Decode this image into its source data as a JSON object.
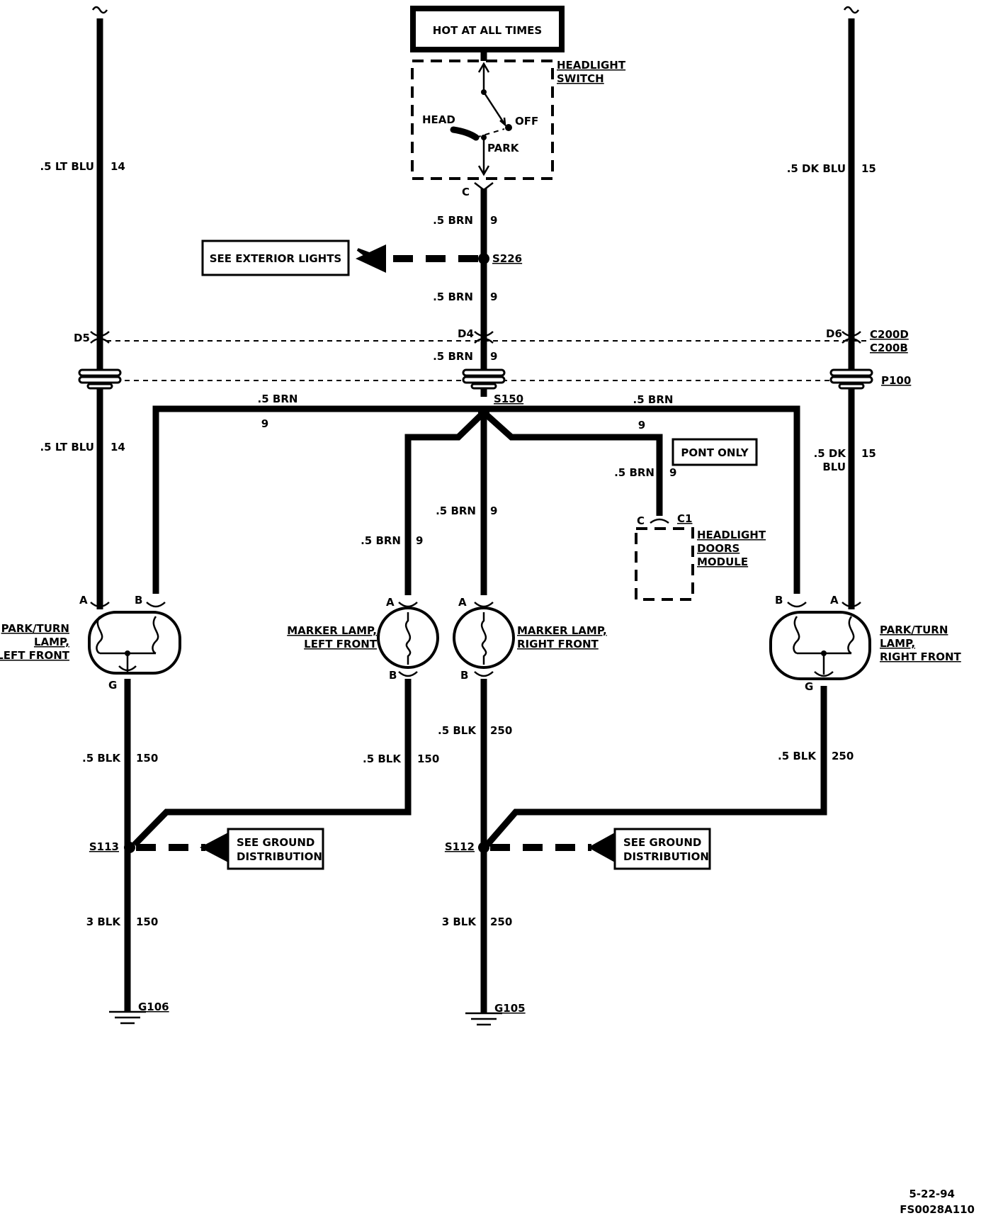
{
  "hot_at_all_times": "HOT AT ALL TIMES",
  "headlight_switch": {
    "title_line1": "HEADLIGHT",
    "title_line2": "SWITCH",
    "pos_head": "HEAD",
    "pos_off": "OFF",
    "pos_park": "PARK",
    "terminal": "C"
  },
  "see_exterior_lights": "SEE EXTERIOR LIGHTS",
  "splices": {
    "s226": "S226",
    "s150": "S150",
    "s113": "S113",
    "s112": "S112"
  },
  "connectors": {
    "d5": "D5",
    "d4": "D4",
    "d6": "D6",
    "c200d": "C200D",
    "c200b": "C200B",
    "p100": "P100",
    "c1": "C1",
    "c_doors": "C"
  },
  "wires": {
    "left_upper": {
      "gauge": ".5 LT BLU",
      "circuit": "14"
    },
    "left_lower": {
      "gauge": ".5 LT BLU",
      "circuit": "14"
    },
    "right_upper": {
      "gauge": ".5 DK BLU",
      "circuit": "15"
    },
    "right_lower_line1": ".5 DK",
    "right_lower_line2": "BLU",
    "right_lower_circuit": "15",
    "brn_switch": {
      "gauge": ".5 BRN",
      "circuit": "9"
    },
    "brn_s226": {
      "gauge": ".5 BRN",
      "circuit": "9"
    },
    "brn_d4": {
      "gauge": ".5 BRN",
      "circuit": "9"
    },
    "brn_left_branch": {
      "gauge": ".5 BRN",
      "circuit": "9"
    },
    "brn_right_branch": {
      "gauge": ".5 BRN",
      "circuit": "9"
    },
    "brn_doors": {
      "gauge": ".5 BRN",
      "circuit": "9"
    },
    "brn_center": {
      "gauge": ".5 BRN",
      "circuit": "9"
    },
    "brn_marker_left": {
      "gauge": ".5 BRN",
      "circuit": "9"
    },
    "blk_left_park": {
      "gauge": ".5 BLK",
      "circuit": "150"
    },
    "blk_left_marker": {
      "gauge": ".5 BLK",
      "circuit": "150"
    },
    "blk_right_marker": {
      "gauge": ".5 BLK",
      "circuit": "250"
    },
    "blk_right_park": {
      "gauge": ".5 BLK",
      "circuit": "250"
    },
    "blk_g106": {
      "gauge": "3 BLK",
      "circuit": "150"
    },
    "blk_g105": {
      "gauge": "3 BLK",
      "circuit": "250"
    }
  },
  "pont_only": "PONT ONLY",
  "headlight_doors_module": {
    "line1": "HEADLIGHT",
    "line2": "DOORS",
    "line3": "MODULE"
  },
  "lamps": {
    "park_left": {
      "line1": "PARK/TURN",
      "line2": "LAMP,",
      "line3": "LEFT FRONT",
      "pin_a": "A",
      "pin_b": "B",
      "pin_g": "G"
    },
    "marker_left": {
      "line1": "MARKER LAMP,",
      "line2": "LEFT FRONT",
      "pin_a": "A",
      "pin_b": "B"
    },
    "marker_right": {
      "line1": "MARKER LAMP,",
      "line2": "RIGHT FRONT",
      "pin_a": "A",
      "pin_b": "B"
    },
    "park_right": {
      "line1": "PARK/TURN",
      "line2": "LAMP,",
      "line3": "RIGHT FRONT",
      "pin_a": "A",
      "pin_b": "B",
      "pin_g": "G"
    }
  },
  "see_ground_distribution": {
    "line1": "SEE GROUND",
    "line2": "DISTRIBUTION"
  },
  "grounds": {
    "g106": "G106",
    "g105": "G105"
  },
  "footer": {
    "date": "5-22-94",
    "code": "FS0028A110"
  }
}
